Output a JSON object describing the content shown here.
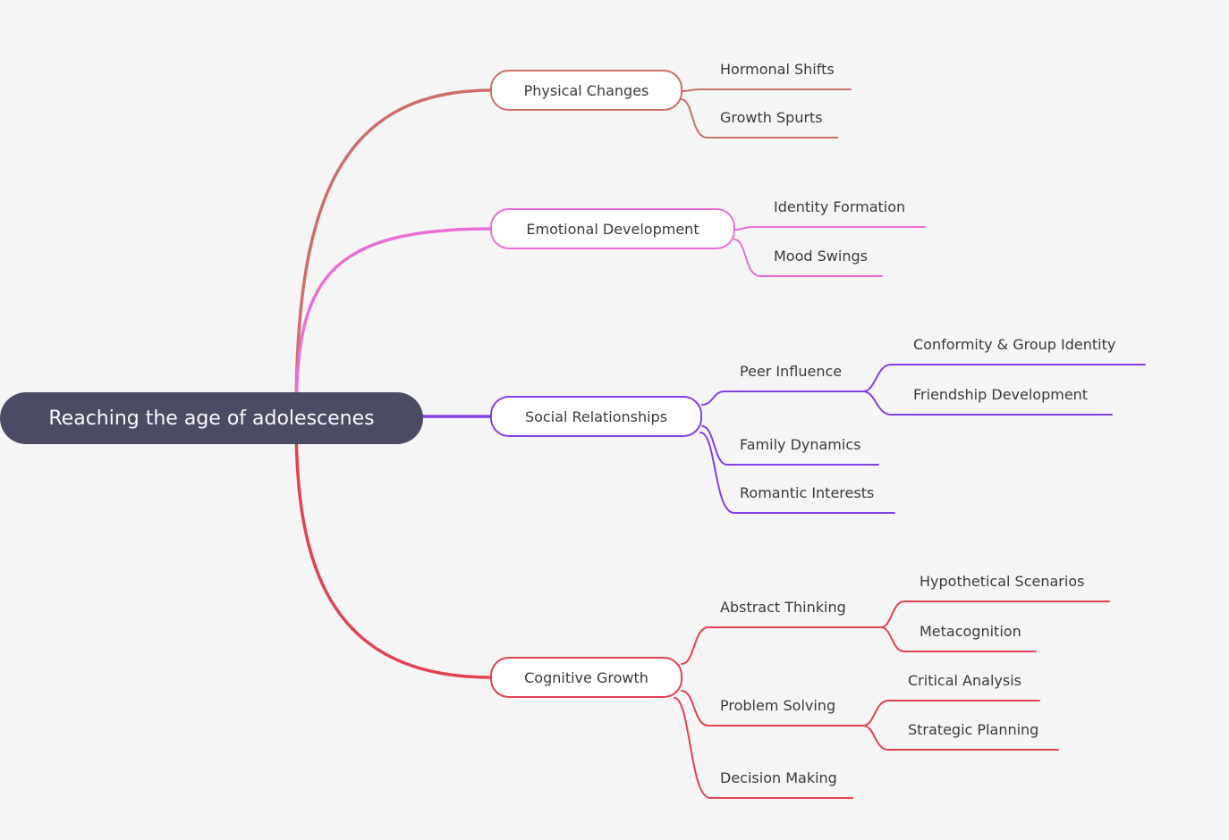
{
  "canvas": {
    "background_color": "#f5f5f6",
    "text_color": "#3a3a3a"
  },
  "root": {
    "label": "Reaching the age of adolescenes",
    "fill_color": "#4b4b64",
    "text_color": "#fafafa"
  },
  "branches": [
    {
      "label": "Physical Changes",
      "color": "#cc6f6b",
      "children": [
        {
          "label": "Hormonal Shifts"
        },
        {
          "label": "Growth Spurts"
        }
      ]
    },
    {
      "label": "Emotional Development",
      "color": "#e96fd4",
      "children": [
        {
          "label": "Identity Formation"
        },
        {
          "label": "Mood Swings"
        }
      ]
    },
    {
      "label": "Social Relationships",
      "color": "#8540e8",
      "children": [
        {
          "label": "Peer Influence",
          "children": [
            {
              "label": "Conformity & Group Identity"
            },
            {
              "label": "Friendship Development"
            }
          ]
        },
        {
          "label": "Family Dynamics"
        },
        {
          "label": "Romantic Interests"
        }
      ]
    },
    {
      "label": "Cognitive Growth",
      "color": "#e24150",
      "children": [
        {
          "label": "Abstract Thinking",
          "children": [
            {
              "label": "Hypothetical Scenarios"
            },
            {
              "label": "Metacognition"
            }
          ]
        },
        {
          "label": "Problem Solving",
          "children": [
            {
              "label": "Critical Analysis"
            },
            {
              "label": "Strategic Planning"
            }
          ]
        },
        {
          "label": "Decision Making"
        }
      ]
    }
  ]
}
